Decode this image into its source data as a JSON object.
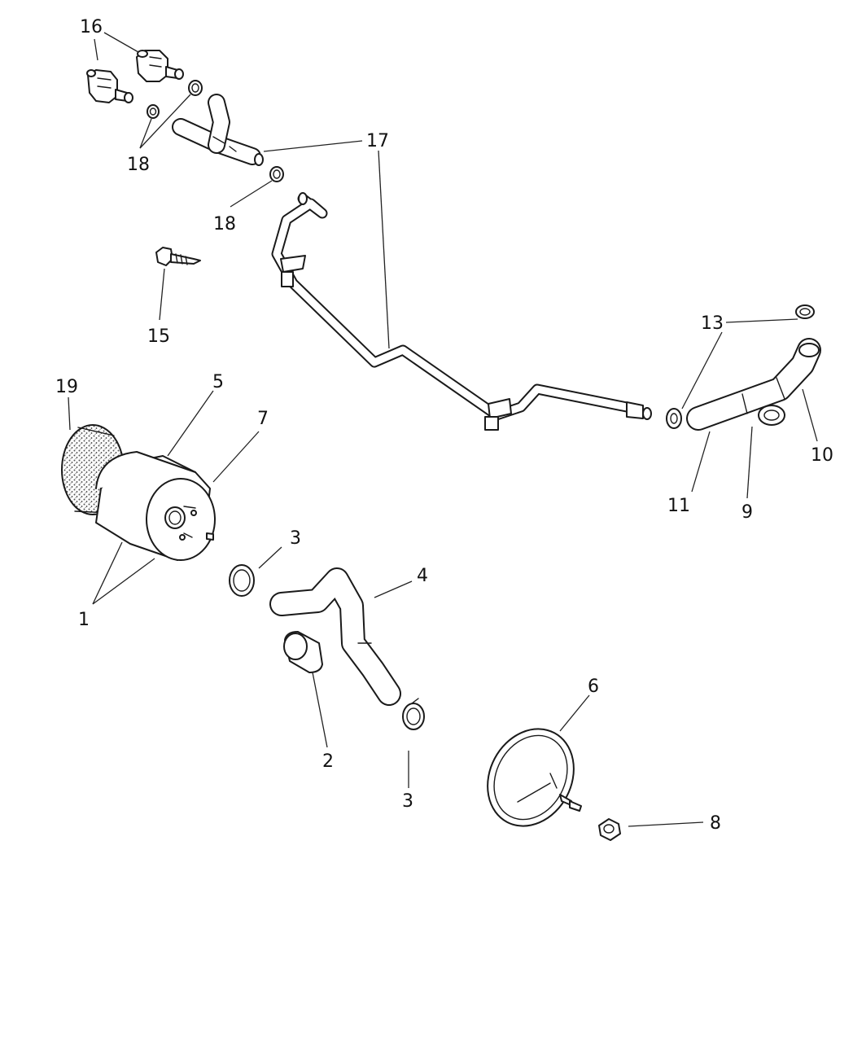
{
  "callouts": {
    "c1": "1",
    "c2": "2",
    "c3a": "3",
    "c3b": "3",
    "c4": "4",
    "c5": "5",
    "c6": "6",
    "c7": "7",
    "c8": "8",
    "c9": "9",
    "c10": "10",
    "c11": "11",
    "c13": "13",
    "c15": "15",
    "c16": "16",
    "c17": "17",
    "c18a": "18",
    "c18b": "18",
    "c19": "19"
  },
  "colors": {
    "line": "#1a1a1a",
    "background": "#ffffff",
    "foam": "#7a7a7a"
  }
}
